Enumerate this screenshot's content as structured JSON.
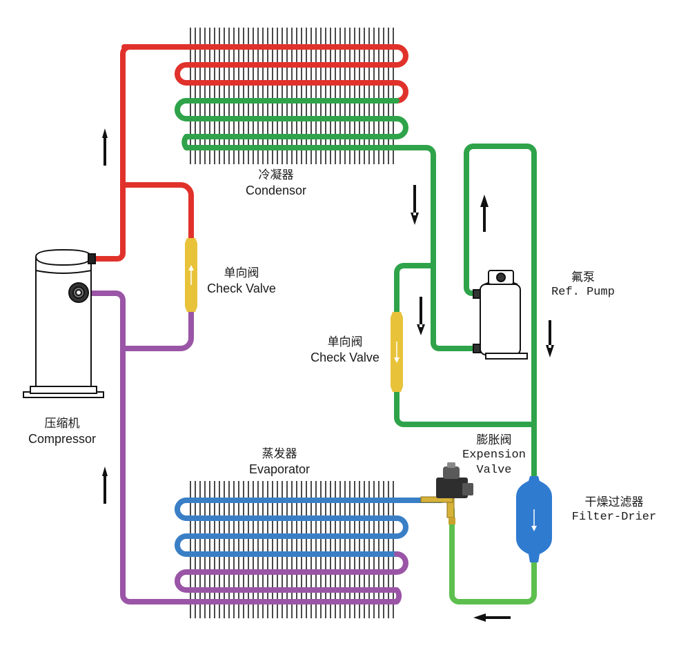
{
  "colors": {
    "discharge_line": "#e0322b",
    "liquid_line": "#2fa34a",
    "liquid_line_light": "#5cbf4e",
    "evaporator_line": "#3a7fc6",
    "suction_line": "#9a55a6",
    "check_valve_body": "#e8c33a",
    "filter_drier_body": "#2f7bd0",
    "fin": "#1a1a1a",
    "arrow": "#111111"
  },
  "labels": {
    "condenser": {
      "cn": "冷凝器",
      "en": "Condensor"
    },
    "check_valve_left": {
      "cn": "单向阀",
      "en": "Check Valve"
    },
    "check_valve_right": {
      "cn": "单向阀",
      "en": "Check Valve"
    },
    "ref_pump": {
      "cn": "氟泵",
      "en": "Ref. Pump"
    },
    "compressor": {
      "cn": "压缩机",
      "en": "Compressor"
    },
    "expansion_valve": {
      "cn": "膨胀阀",
      "en1": "Expension",
      "en2": "Valve"
    },
    "evaporator": {
      "cn": "蒸发器",
      "en": "Evaporator"
    },
    "filter_drier": {
      "cn": "干燥过滤器",
      "en": "Filter-Drier"
    }
  },
  "icons": [
    "compressor-icon",
    "ref-pump-icon",
    "check-valve-icon",
    "expansion-valve-icon",
    "filter-drier-icon",
    "flow-arrow-icon"
  ]
}
